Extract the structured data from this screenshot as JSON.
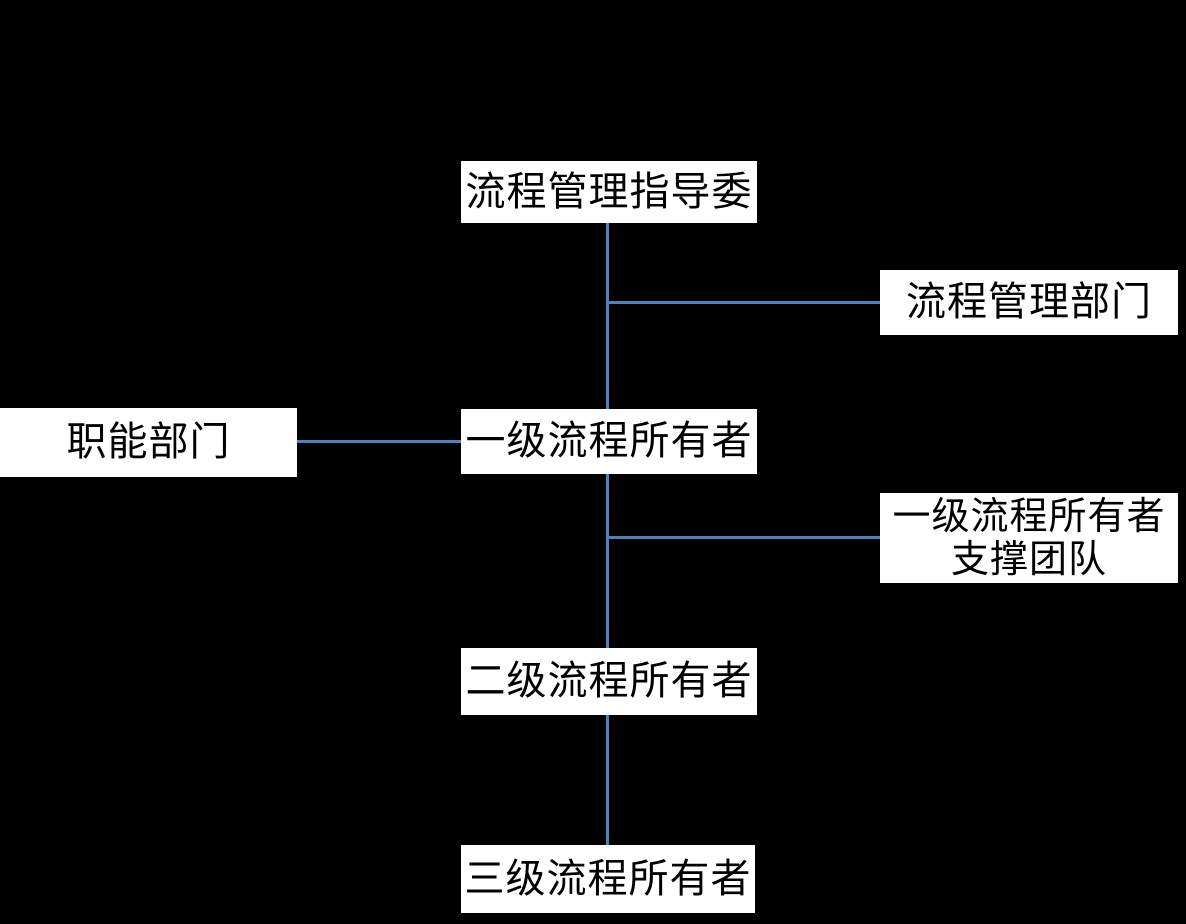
{
  "diagram": {
    "colors": {
      "background": "#000000",
      "connector": "#4F81BD",
      "box_fill": "#FFFFFF",
      "text": "#000000"
    },
    "nodes": [
      {
        "id": "steering-committee",
        "label": "流程管理指导委"
      },
      {
        "id": "process-management-dept",
        "label": "流程管理部门"
      },
      {
        "id": "functional-dept",
        "label": "职能部门"
      },
      {
        "id": "level1-process-owner",
        "label": "一级流程所有者"
      },
      {
        "id": "level1-owner-support-team",
        "label": "一级流程所有者\n支撑团队"
      },
      {
        "id": "level2-process-owner",
        "label": "二级流程所有者"
      },
      {
        "id": "level3-process-owner",
        "label": "三级流程所有者"
      }
    ],
    "edges": [
      {
        "from": "steering-committee",
        "to": "level1-process-owner",
        "orientation": "vertical"
      },
      {
        "from": "steering-committee",
        "to": "process-management-dept",
        "orientation": "horizontal"
      },
      {
        "from": "functional-dept",
        "to": "level1-process-owner",
        "orientation": "horizontal"
      },
      {
        "from": "level1-process-owner",
        "to": "level2-process-owner",
        "orientation": "vertical"
      },
      {
        "from": "level1-process-owner",
        "to": "level1-owner-support-team",
        "orientation": "horizontal"
      },
      {
        "from": "level2-process-owner",
        "to": "level3-process-owner",
        "orientation": "vertical"
      }
    ]
  }
}
